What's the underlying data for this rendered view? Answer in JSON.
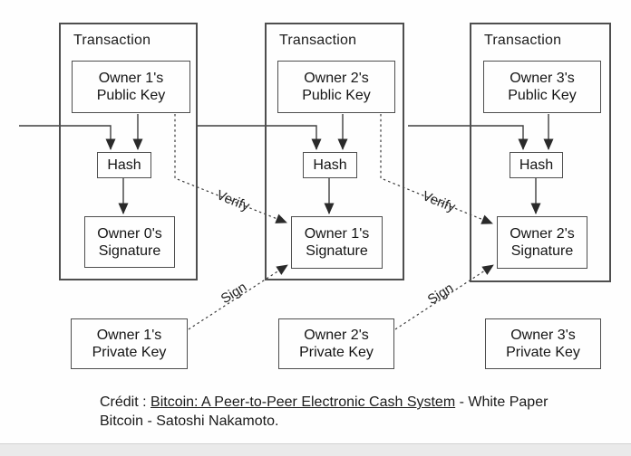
{
  "diagram": {
    "transactions": [
      {
        "title": "Transaction",
        "public_key": "Owner 1's\nPublic Key",
        "hash": "Hash",
        "signature": "Owner 0's\nSignature"
      },
      {
        "title": "Transaction",
        "public_key": "Owner 2's\nPublic Key",
        "hash": "Hash",
        "signature": "Owner 1's\nSignature"
      },
      {
        "title": "Transaction",
        "public_key": "Owner 3's\nPublic Key",
        "hash": "Hash",
        "signature": "Owner 2's\nSignature"
      }
    ],
    "private_keys": [
      "Owner 1's\nPrivate Key",
      "Owner 2's\nPrivate Key",
      "Owner 3's\nPrivate Key"
    ],
    "edge_labels": {
      "verify": "Verify",
      "sign": "Sign"
    },
    "colors": {
      "line": "#3f3f3f",
      "arrowhead": "#2a2a2a",
      "box_border": "#4e4e4e",
      "text": "#1c1c1c",
      "background": "#fefefe",
      "footer_strip": "#eaeaea"
    }
  },
  "credit": {
    "prefix": "Crédit : ",
    "link_text": "Bitcoin: A Peer-to-Peer Electronic Cash System",
    "suffix": " - White Paper Bitcoin - Satoshi Nakamoto."
  }
}
